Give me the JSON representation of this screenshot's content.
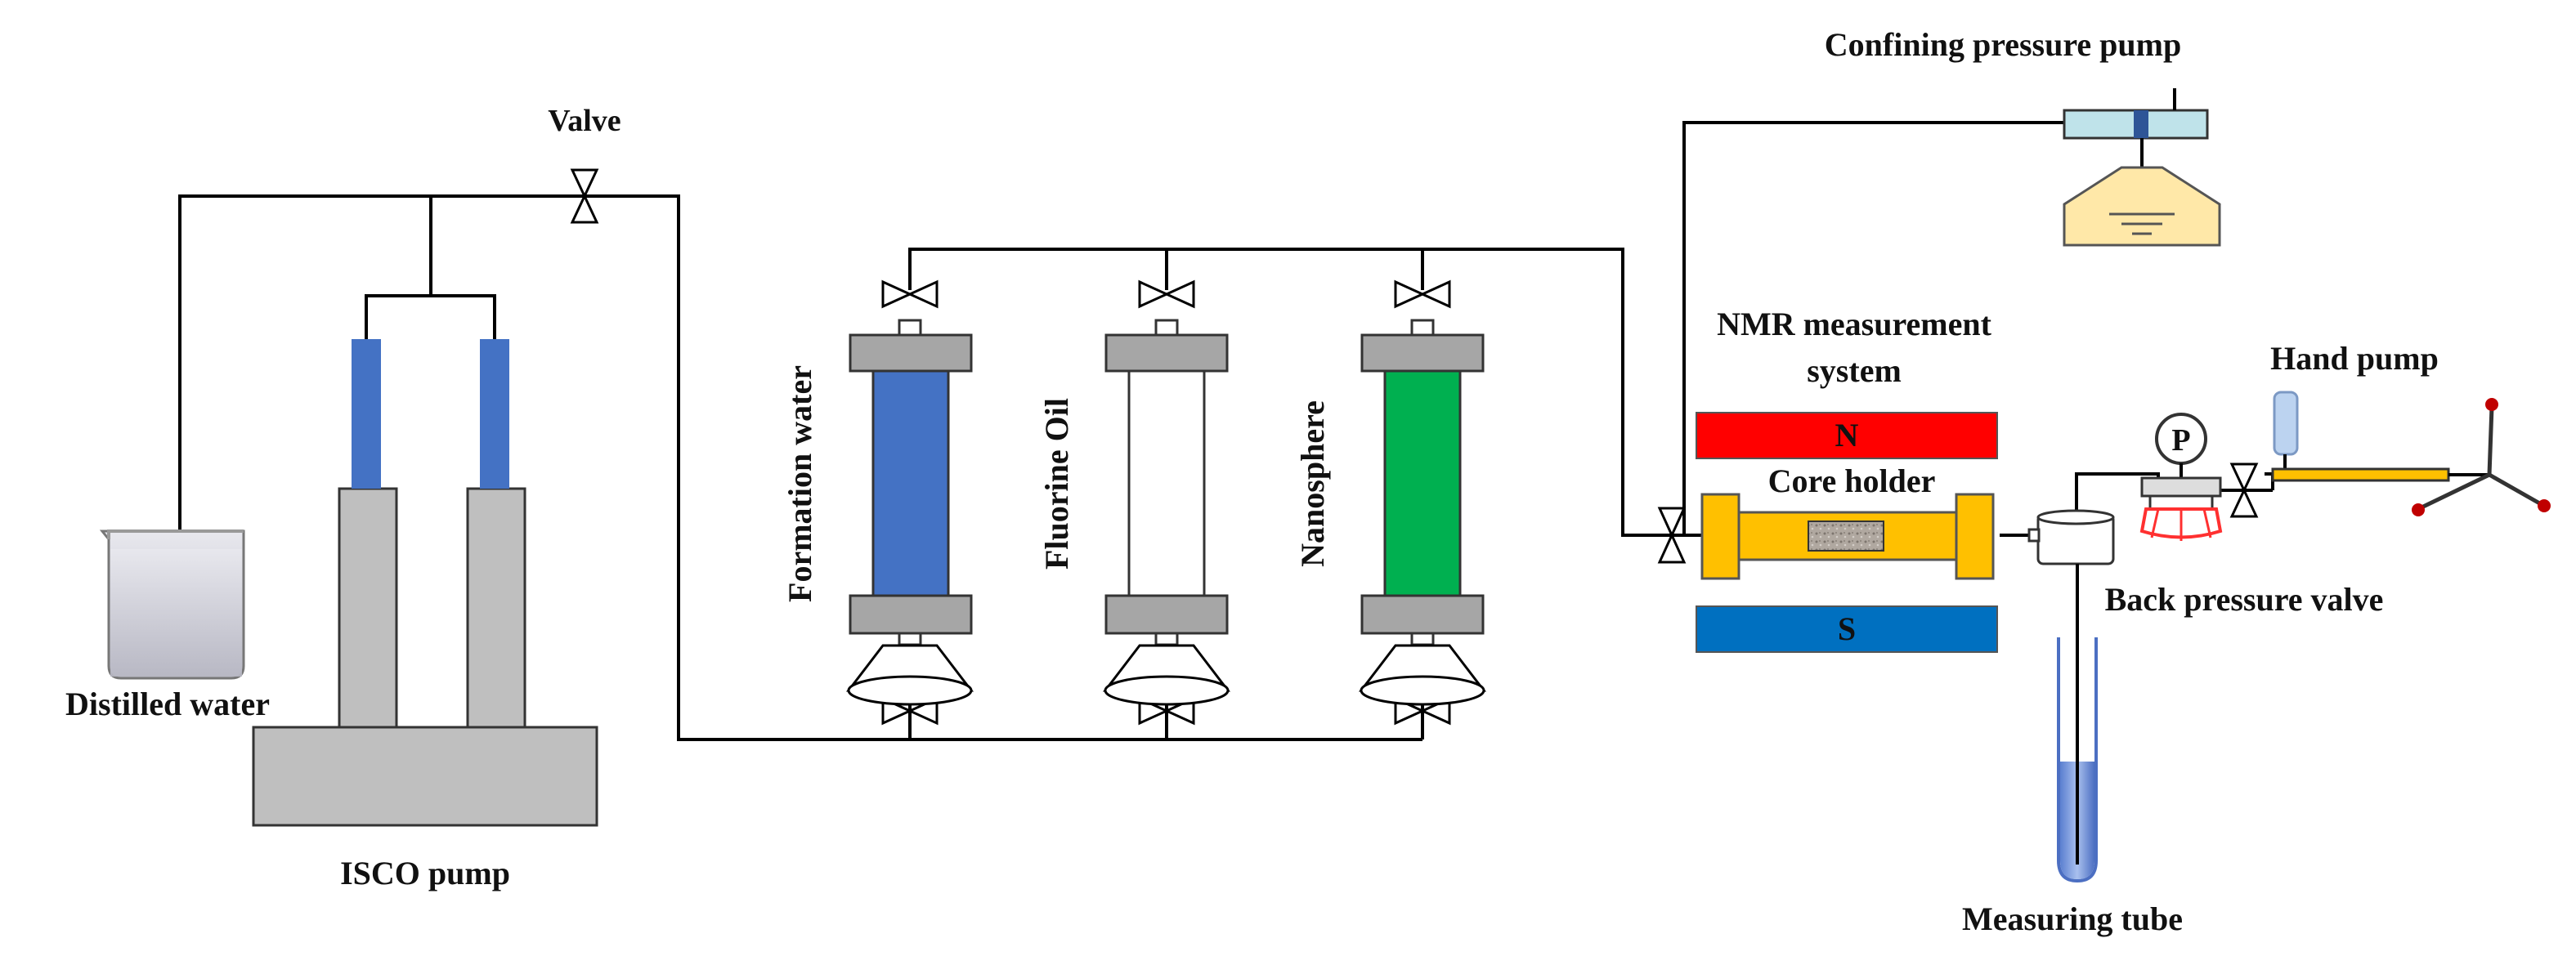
{
  "labels": {
    "valve": "Valve",
    "distilled_water": "Distilled water",
    "isco_pump": "ISCO pump",
    "formation_water": "Formation water",
    "fluorine_oil": "Fluorine Oil",
    "nanosphere": "Nanosphere",
    "confining_pressure_pump": "Confining pressure pump",
    "nmr_line1": "NMR measurement",
    "nmr_line2": "system",
    "core_holder": "Core holder",
    "magnet_n": "N",
    "magnet_s": "S",
    "hand_pump": "Hand pump",
    "back_pressure_valve": "Back pressure valve",
    "measuring_tube": "Measuring tube",
    "gauge_p": "P"
  },
  "colors": {
    "formation_water": "#4472c4",
    "fluorine_oil": "#ffffff",
    "nanosphere": "#00b050",
    "magnet_n": "#ff0000",
    "magnet_s": "#0070c0",
    "core_holder": "#ffc000",
    "pump_gray": "#bfbfbf",
    "cap_gray": "#a6a6a6",
    "piston_blue": "#4472c4"
  }
}
